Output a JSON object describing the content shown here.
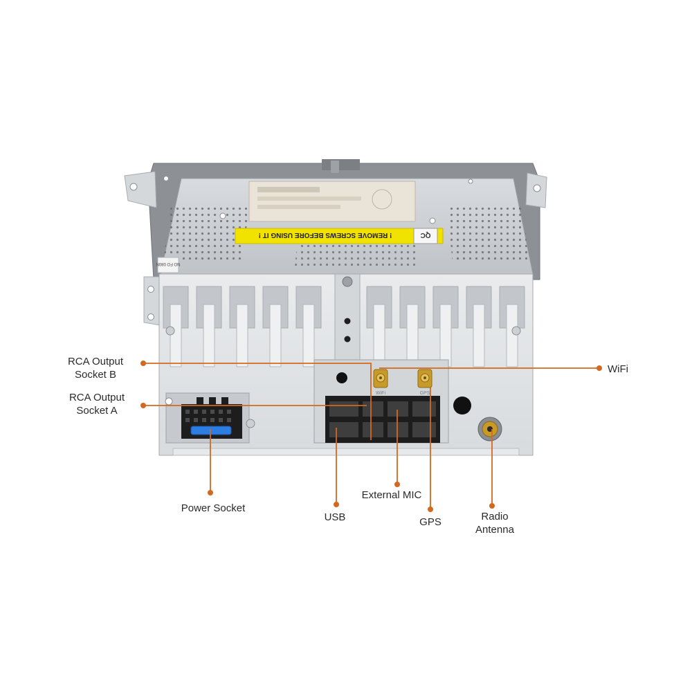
{
  "device": {
    "warning_text": "! REMOVE SCREWS BEFORE USING IT !",
    "qc_stamp": "QC",
    "side_sticker": "NO FO 080N",
    "port_marks": [
      "WiFi",
      "GPS"
    ]
  },
  "callouts": {
    "rca_b": {
      "line1": "RCA Output",
      "line2": "Socket B"
    },
    "rca_a": {
      "line1": "RCA Output",
      "line2": "Socket A"
    },
    "wifi": {
      "text": "WiFi"
    },
    "power": {
      "text": "Power Socket"
    },
    "usb": {
      "text": "USB"
    },
    "mic": {
      "text": "External MIC"
    },
    "gps": {
      "text": "GPS"
    },
    "radio": {
      "line1": "Radio",
      "line2": "Antenna"
    }
  },
  "colors": {
    "leader_line": "#d2691e",
    "leader_dot": "#d2691e",
    "chassis": "#d6d9dc",
    "panel": "#e4e6e8",
    "cover": "#c9ccd0",
    "warning_strip": "#f2e200",
    "fuse": "#2e7de0",
    "connector": "#1d1d1d",
    "antenna_gold": "#c89a2a"
  }
}
